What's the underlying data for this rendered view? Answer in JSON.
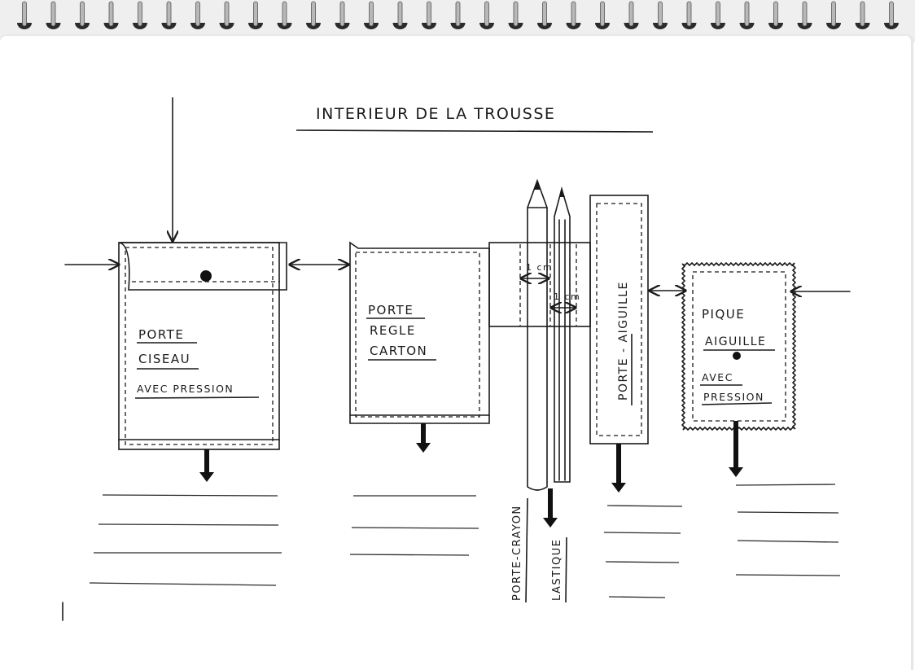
{
  "title": "INTERIEUR DE LA TROUSSE",
  "pieces": {
    "porte_ciseau": [
      "PORTE",
      "CISEAU",
      "AVEC  PRESSION"
    ],
    "porte_regle": [
      "PORTE",
      "REGLE",
      "CARTON"
    ],
    "porte_aiguille": "PORTE - AIGUILLE",
    "pique_aiguille": [
      "PIQUE",
      "AIGUILLE",
      "AVEC",
      "PRESSION"
    ]
  },
  "labels": {
    "porte_crayon": "PORTE-CRAYON",
    "elastique": "LASTIQUE"
  },
  "measures": {
    "left": "1 cm",
    "right": "1 cm"
  }
}
